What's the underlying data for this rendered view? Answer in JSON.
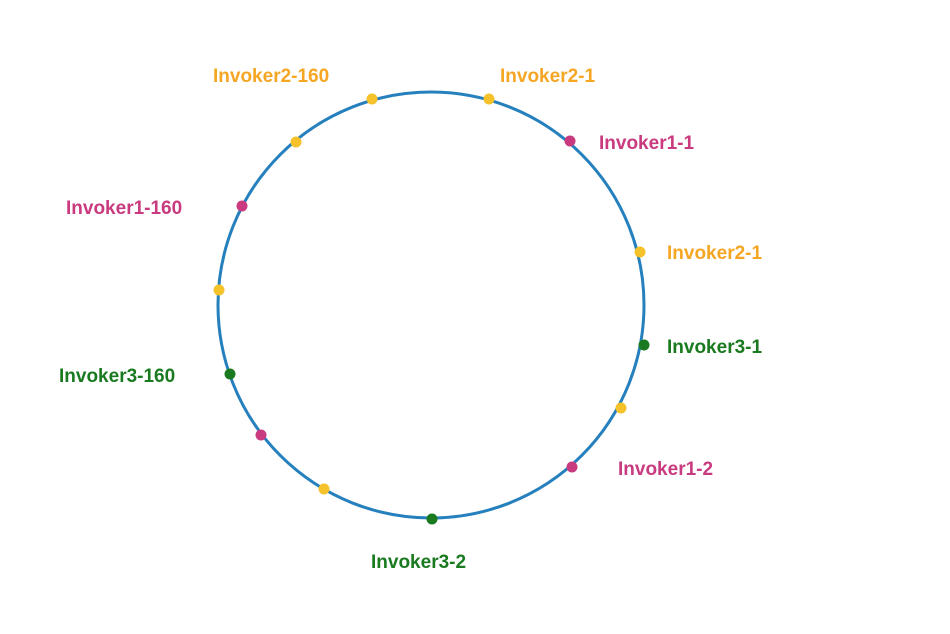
{
  "colors": {
    "ring": "#2580bd",
    "invoker1": "#c93a7f",
    "invoker2": "#f5a623",
    "invoker2_dot": "#f6c22a",
    "invoker3": "#1a7a1f",
    "background": "#ffffff"
  },
  "labels": {
    "invoker2_160": "Invoker2-160",
    "invoker2_1_top": "Invoker2-1",
    "invoker1_1": "Invoker1-1",
    "invoker2_1_right": "Invoker2-1",
    "invoker3_1": "Invoker3-1",
    "invoker1_2": "Invoker1-2",
    "invoker3_2": "Invoker3-2",
    "invoker3_160": "Invoker3-160",
    "invoker1_160": "Invoker1-160"
  }
}
